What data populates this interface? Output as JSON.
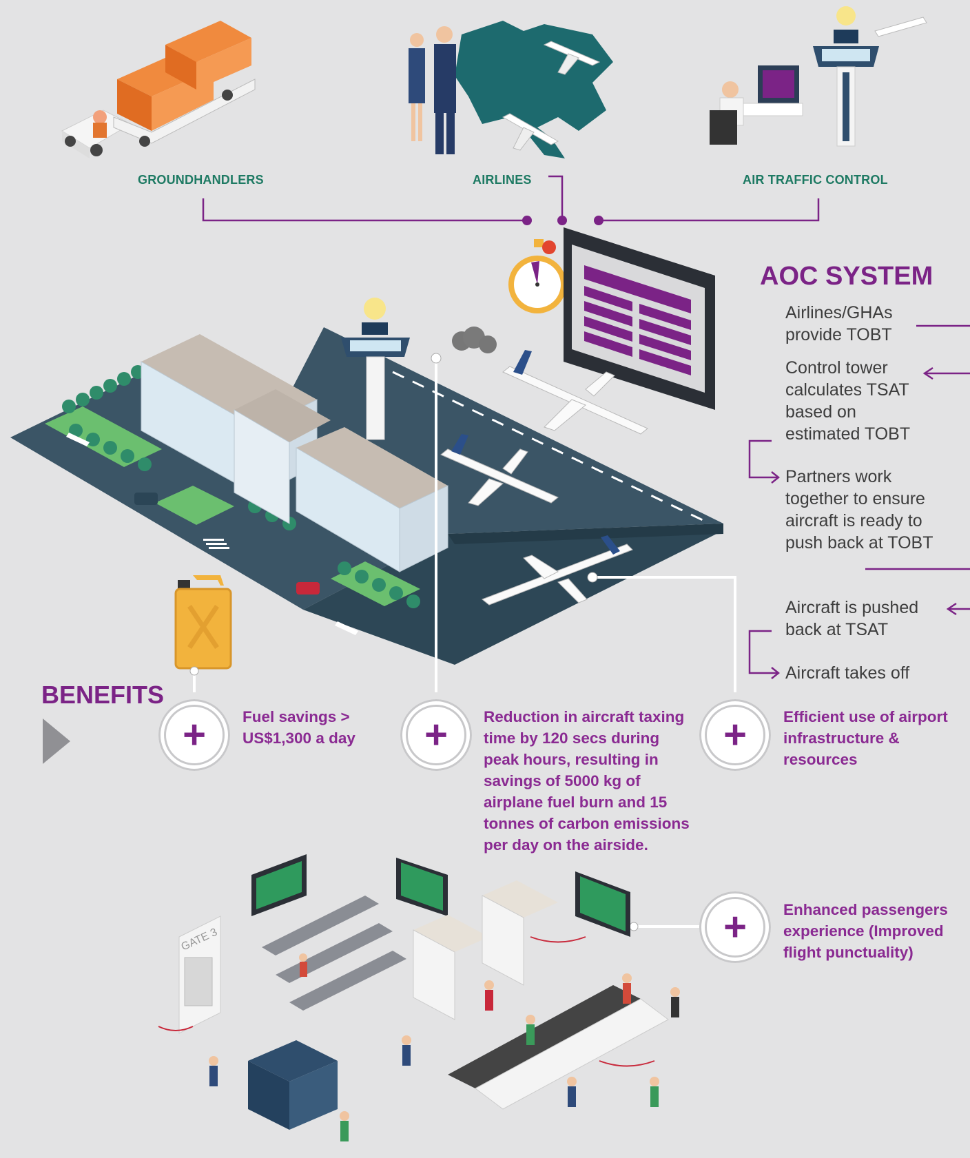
{
  "stakeholders": [
    {
      "label": "GROUNDHANDLERS"
    },
    {
      "label": "AIRLINES"
    },
    {
      "label": "AIR TRAFFIC CONTROL"
    }
  ],
  "aoc": {
    "title": "AOC SYSTEM",
    "steps": [
      "Airlines/GHAs provide TOBT",
      "Control tower calculates TSAT based on estimated TOBT",
      "Partners work together to ensure aircraft is ready to push back at TOBT",
      "Aircraft is pushed back at TSAT",
      "Aircraft takes off"
    ]
  },
  "benefits": {
    "title": "BENEFITS",
    "items": [
      "Fuel savings > US$1,300 a day",
      "Reduction in aircraft taxing time by 120 secs during peak hours, resulting in savings of 5000 kg of airplane fuel burn and 15 tonnes of carbon emissions per day on the airside.",
      "Efficient use of airport infrastructure & resources",
      "Enhanced passengers experience (Improved flight punctuality)"
    ]
  },
  "signage": {
    "gate": "GATE 3"
  },
  "colors": {
    "accent": "#7b2386",
    "green": "#1e7a63",
    "background": "#e3e3e4",
    "runway": "#3b5566"
  }
}
